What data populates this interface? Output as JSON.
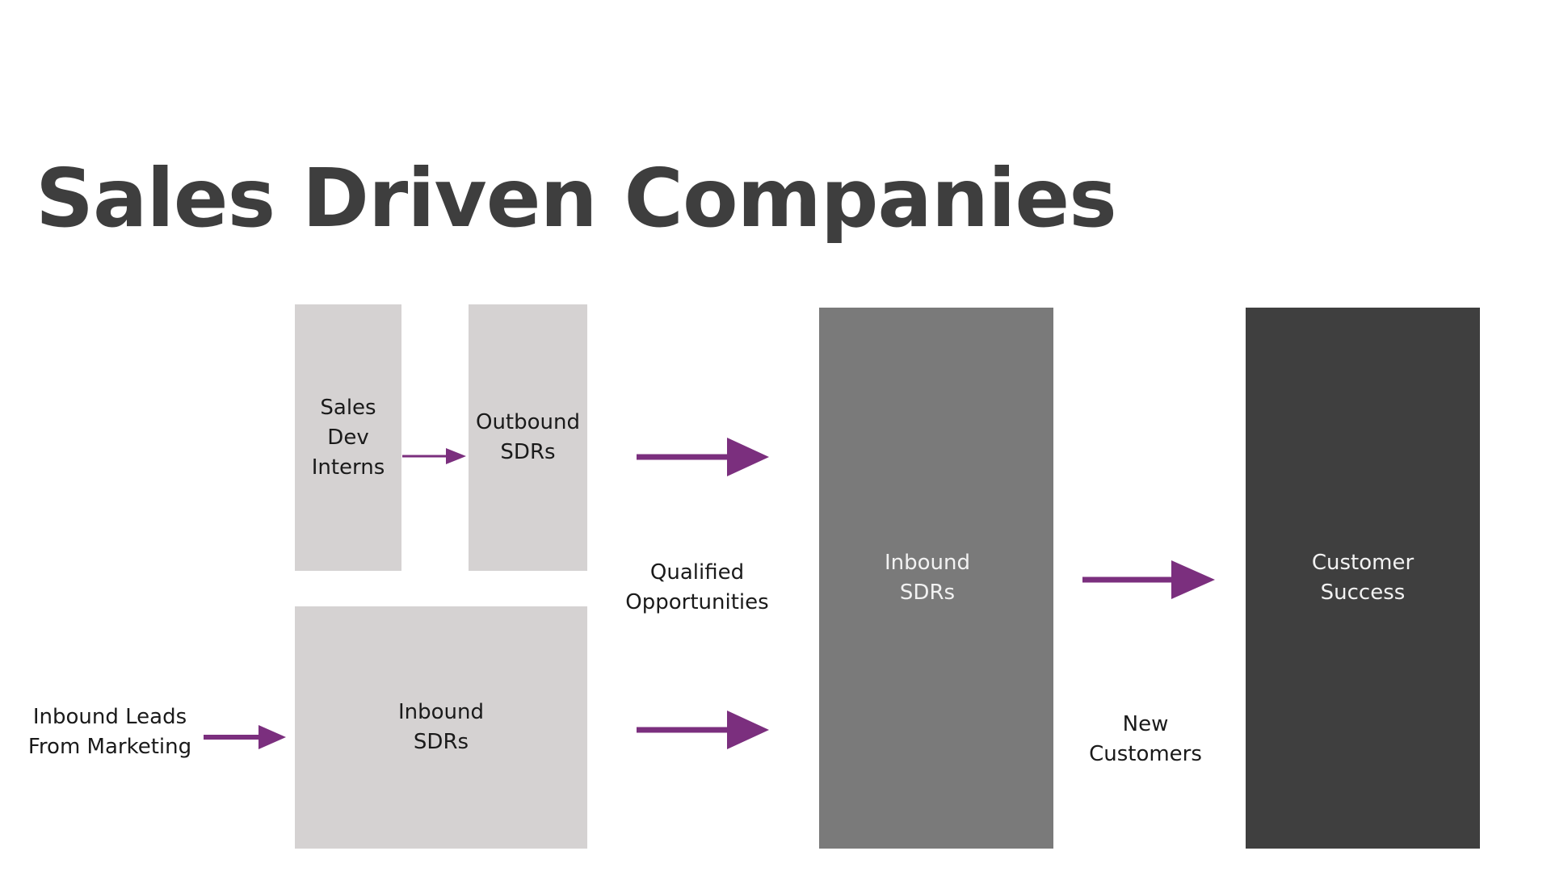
{
  "title": "Sales Driven Companies",
  "boxes": {
    "interns": [
      "Sales",
      "Dev",
      "Interns"
    ],
    "outbound": [
      "Outbound",
      "SDRs"
    ],
    "inbound_small": [
      "Inbound",
      "SDRs"
    ],
    "inbound_large": [
      "Inbound",
      "SDRs"
    ],
    "customer_success": [
      "Customer",
      "Success"
    ]
  },
  "labels": {
    "inbound_leads": [
      "Inbound Leads",
      "From Marketing"
    ],
    "qualified": [
      "Qualified",
      "Opportunities"
    ],
    "new_customers": [
      "New",
      "Customers"
    ]
  },
  "colors": {
    "arrow": "#7b2f7e",
    "light_box": "#d5d2d2",
    "mid_box": "#7a7a7a",
    "dark_box": "#3f3f3f",
    "title": "#3e3e3e"
  }
}
